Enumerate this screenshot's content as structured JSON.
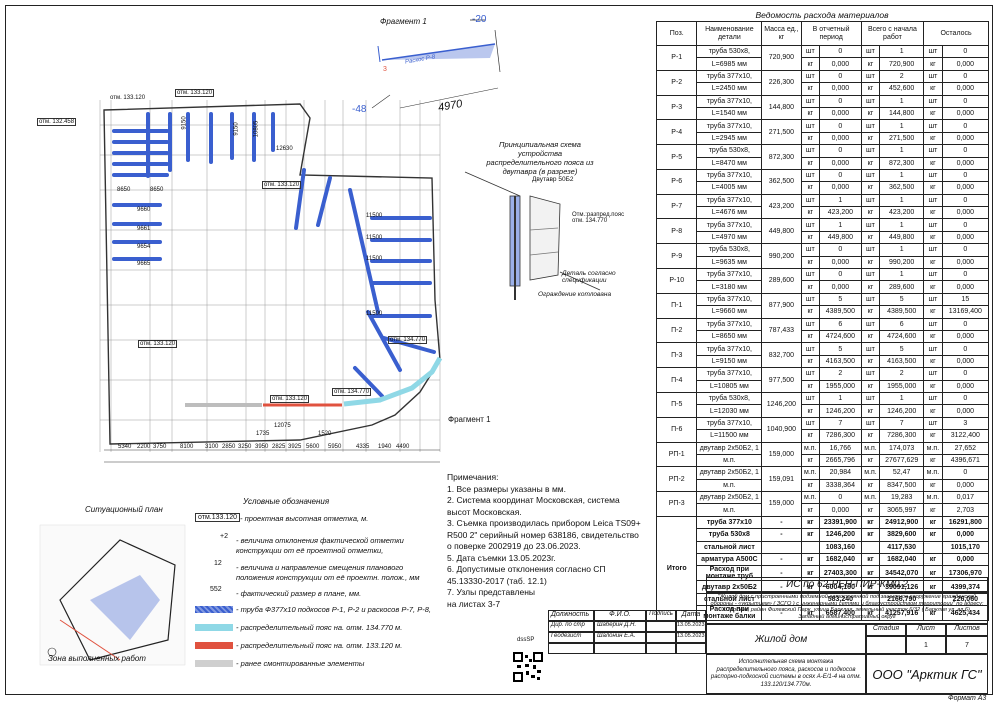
{
  "drawing": {
    "fragment1_label": "Фрагмент 1",
    "fragment1_detail_label": "Фрагмент 1",
    "frag_dim_top": "-20",
    "frag_dim_bottom": "-48",
    "frag_length": "4970",
    "frag_offset": "3",
    "frag_member": "Раскос Р-8",
    "scheme_caption": "Принципиальная схема устройства распределительного пояса из двутавра (в разрезе)",
    "dvutavr": "Двутавр 50Б2",
    "mark_134770": "Отм.:рaзпред.пояс отм. 134.770",
    "detail_note": "Деталь согласно спецификации",
    "fence_note": "Ограждение котлована",
    "elev_marks": [
      "отм. 133.120",
      "отм. 133.120",
      "отм. 132.458",
      "отм. 133.120",
      "отм. 133.120",
      "отм. 134.770",
      "отм. 134.770",
      "отм. 133.120"
    ],
    "bottom_dims": [
      "5340",
      "2200",
      "3750",
      "8100",
      "3100",
      "2850",
      "3250",
      "3950",
      "2825",
      "3925",
      "5600",
      "5950",
      "4335",
      "1940",
      "4490"
    ],
    "dims_misc": [
      "8650",
      "9150",
      "9660",
      "9661",
      "9654",
      "9665",
      "8650",
      "12630",
      "11500",
      "11500",
      "11500",
      "11500",
      "9150",
      "10805",
      "12075",
      "1735",
      "1520"
    ]
  },
  "materials": {
    "title": "Ведомость расхода материалов",
    "headers": [
      "Поз.",
      "Наименование детали",
      "Масса ед., кг",
      "В отчетный период",
      "Всего с начала работ",
      "Осталось"
    ],
    "rows": [
      {
        "pos": "Р-1",
        "name1": "труба 530х8,",
        "name2": "L=6985 мм",
        "mass": "720,900",
        "u1": "шт",
        "v1": "0",
        "u2": "шт",
        "v2": "1",
        "u3": "шт",
        "v3": "0",
        "w1": "кг",
        "k1": "0,000",
        "w2": "кг",
        "k2": "720,900",
        "w3": "кг",
        "k3": "0,000"
      },
      {
        "pos": "Р-2",
        "name1": "труба 377х10,",
        "name2": "L=2450 мм",
        "mass": "226,300",
        "u1": "шт",
        "v1": "0",
        "u2": "шт",
        "v2": "2",
        "u3": "шт",
        "v3": "0",
        "w1": "кг",
        "k1": "0,000",
        "w2": "кг",
        "k2": "452,600",
        "w3": "кг",
        "k3": "0,000"
      },
      {
        "pos": "Р-3",
        "name1": "труба 377х10,",
        "name2": "L=1540 мм",
        "mass": "144,800",
        "u1": "шт",
        "v1": "0",
        "u2": "шт",
        "v2": "1",
        "u3": "шт",
        "v3": "0",
        "w1": "кг",
        "k1": "0,000",
        "w2": "кг",
        "k2": "144,800",
        "w3": "кг",
        "k3": "0,000"
      },
      {
        "pos": "Р-4",
        "name1": "труба 377х10,",
        "name2": "L=2945 мм",
        "mass": "271,500",
        "u1": "шт",
        "v1": "0",
        "u2": "шт",
        "v2": "1",
        "u3": "шт",
        "v3": "0",
        "w1": "кг",
        "k1": "0,000",
        "w2": "кг",
        "k2": "271,500",
        "w3": "кг",
        "k3": "0,000"
      },
      {
        "pos": "Р-5",
        "name1": "труба 530х8,",
        "name2": "L=8470 мм",
        "mass": "872,300",
        "u1": "шт",
        "v1": "0",
        "u2": "шт",
        "v2": "1",
        "u3": "шт",
        "v3": "0",
        "w1": "кг",
        "k1": "0,000",
        "w2": "кг",
        "k2": "872,300",
        "w3": "кг",
        "k3": "0,000"
      },
      {
        "pos": "Р-6",
        "name1": "труба 377х10,",
        "name2": "L=4005 мм",
        "mass": "362,500",
        "u1": "шт",
        "v1": "0",
        "u2": "шт",
        "v2": "1",
        "u3": "шт",
        "v3": "0",
        "w1": "кг",
        "k1": "0,000",
        "w2": "кг",
        "k2": "362,500",
        "w3": "кг",
        "k3": "0,000"
      },
      {
        "pos": "Р-7",
        "name1": "труба 377х10,",
        "name2": "L=4676 мм",
        "mass": "423,200",
        "u1": "шт",
        "v1": "1",
        "u2": "шт",
        "v2": "1",
        "u3": "шт",
        "v3": "0",
        "w1": "кг",
        "k1": "423,200",
        "w2": "кг",
        "k2": "423,200",
        "w3": "кг",
        "k3": "0,000"
      },
      {
        "pos": "Р-8",
        "name1": "труба 377х10,",
        "name2": "L=4970 мм",
        "mass": "449,800",
        "u1": "шт",
        "v1": "1",
        "u2": "шт",
        "v2": "1",
        "u3": "шт",
        "v3": "0",
        "w1": "кг",
        "k1": "449,800",
        "w2": "кг",
        "k2": "449,800",
        "w3": "кг",
        "k3": "0,000"
      },
      {
        "pos": "Р-9",
        "name1": "труба 530х8,",
        "name2": "L=9635 мм",
        "mass": "990,200",
        "u1": "шт",
        "v1": "0",
        "u2": "шт",
        "v2": "1",
        "u3": "шт",
        "v3": "0",
        "w1": "кг",
        "k1": "0,000",
        "w2": "кг",
        "k2": "990,200",
        "w3": "кг",
        "k3": "0,000"
      },
      {
        "pos": "Р-10",
        "name1": "труба 377х10,",
        "name2": "L=3180 мм",
        "mass": "289,600",
        "u1": "шт",
        "v1": "0",
        "u2": "шт",
        "v2": "1",
        "u3": "шт",
        "v3": "0",
        "w1": "кг",
        "k1": "0,000",
        "w2": "кг",
        "k2": "289,600",
        "w3": "кг",
        "k3": "0,000"
      },
      {
        "pos": "П-1",
        "name1": "труба 377х10,",
        "name2": "L=9660 мм",
        "mass": "877,900",
        "u1": "шт",
        "v1": "5",
        "u2": "шт",
        "v2": "5",
        "u3": "шт",
        "v3": "15",
        "w1": "кг",
        "k1": "4389,500",
        "w2": "кг",
        "k2": "4389,500",
        "w3": "кг",
        "k3": "13169,400"
      },
      {
        "pos": "П-2",
        "name1": "труба 377х10,",
        "name2": "L=8650 мм",
        "mass": "787,433",
        "u1": "шт",
        "v1": "6",
        "u2": "шт",
        "v2": "6",
        "u3": "шт",
        "v3": "0",
        "w1": "кг",
        "k1": "4724,600",
        "w2": "кг",
        "k2": "4724,600",
        "w3": "кг",
        "k3": "0,000"
      },
      {
        "pos": "П-3",
        "name1": "труба 377х10,",
        "name2": "L=9150 мм",
        "mass": "832,700",
        "u1": "шт",
        "v1": "5",
        "u2": "шт",
        "v2": "5",
        "u3": "шт",
        "v3": "0",
        "w1": "кг",
        "k1": "4163,500",
        "w2": "кг",
        "k2": "4163,500",
        "w3": "кг",
        "k3": "0,000"
      },
      {
        "pos": "П-4",
        "name1": "труба 377х10,",
        "name2": "L=10805 мм",
        "mass": "977,500",
        "u1": "шт",
        "v1": "2",
        "u2": "шт",
        "v2": "2",
        "u3": "шт",
        "v3": "0",
        "w1": "кг",
        "k1": "1955,000",
        "w2": "кг",
        "k2": "1955,000",
        "w3": "кг",
        "k3": "0,000"
      },
      {
        "pos": "П-5",
        "name1": "труба 530х8,",
        "name2": "L=12030 мм",
        "mass": "1246,200",
        "u1": "шт",
        "v1": "1",
        "u2": "шт",
        "v2": "1",
        "u3": "шт",
        "v3": "0",
        "w1": "кг",
        "k1": "1246,200",
        "w2": "кг",
        "k2": "1246,200",
        "w3": "кг",
        "k3": "0,000"
      },
      {
        "pos": "П-6",
        "name1": "труба 377х10,",
        "name2": "L=11500 мм",
        "mass": "1040,900",
        "u1": "шт",
        "v1": "7",
        "u2": "шт",
        "v2": "7",
        "u3": "шт",
        "v3": "3",
        "w1": "кг",
        "k1": "7286,300",
        "w2": "кг",
        "k2": "7286,300",
        "w3": "кг",
        "k3": "3122,400"
      },
      {
        "pos": "РП-1",
        "name1": "двутавр 2х50Б2, 1",
        "name2": "м.п.",
        "mass": "159,000",
        "u1": "м.п.",
        "v1": "16,766",
        "u2": "м.п.",
        "v2": "174,073",
        "u3": "м.п.",
        "v3": "27,652",
        "w1": "кг",
        "k1": "2665,796",
        "w2": "кг",
        "k2": "27677,629",
        "w3": "кг",
        "k3": "4396,671"
      },
      {
        "pos": "РП-2",
        "name1": "двутавр 2х50Б2, 1",
        "name2": "м.п.",
        "mass": "159,091",
        "u1": "м.п.",
        "v1": "20,984",
        "u2": "м.п.",
        "v2": "52,47",
        "u3": "м.п.",
        "v3": "0",
        "w1": "кг",
        "k1": "3338,364",
        "w2": "кг",
        "k2": "8347,500",
        "w3": "кг",
        "k3": "0,000"
      },
      {
        "pos": "РП-3",
        "name1": "двутавр 2х50Б2, 1",
        "name2": "м.п.",
        "mass": "159,000",
        "u1": "м.п.",
        "v1": "0",
        "u2": "м.п.",
        "v2": "19,283",
        "u3": "м.п.",
        "v3": "0,017",
        "w1": "кг",
        "k1": "0,000",
        "w2": "кг",
        "k2": "3065,997",
        "w3": "кг",
        "k3": "2,703"
      }
    ],
    "totals_label": "Итого",
    "totals": [
      {
        "name": "труба 377х10",
        "mass": "-",
        "u": "кг",
        "a": "23391,900",
        "b": "24912,900",
        "c": "16291,800"
      },
      {
        "name": "труба 530х8",
        "mass": "-",
        "u": "кг",
        "a": "1246,200",
        "b": "3829,600",
        "c": "0,000"
      },
      {
        "name": "стальной лист",
        "mass": "",
        "u": "",
        "a": "1083,160",
        "b": "4117,530",
        "c": "1015,170"
      },
      {
        "name": "арматура А500С",
        "mass": "-",
        "u": "кг",
        "a": "1682,040",
        "b": "1682,040",
        "c": "0,000"
      },
      {
        "name": "Расход при монтаже труб",
        "mass": "-",
        "u": "кг",
        "a": "27403,300",
        "b": "34542,070",
        "c": "17306,970"
      },
      {
        "name": "двутавр 2х50Б2",
        "mass": "-",
        "u": "кг",
        "a": "6004,160",
        "b": "39091,126",
        "c": "4399,374"
      },
      {
        "name": "стальной лист",
        "mass": "",
        "u": "",
        "a": "583,240",
        "b": "2166,790",
        "c": "226,060"
      },
      {
        "name": "Расход при монтаже балки",
        "mass": "-",
        "u": "кг",
        "a": "6587,400",
        "b": "41257,916",
        "c": "4625,434"
      }
    ]
  },
  "site_plan": {
    "title": "Ситуационный план",
    "done_zone": "Зона выполненных работ"
  },
  "legend": {
    "title": "Условные обозначения",
    "items": [
      {
        "sym": "отм.133.120",
        "text": "- проектная высотная отметка, м."
      },
      {
        "sym": "+2",
        "text": "- величина отклонения фактической отметки конструкции от её проектной отметки,"
      },
      {
        "sym": "12",
        "text": "- величина и направление смещения планового положения конструкции от её проектн. полож., мм"
      },
      {
        "sym": "552",
        "text": "- фактический размер в плане, мм."
      },
      {
        "sym": "",
        "text": "- труба Ф377х10 подкосов Р-1, Р-2 и раскосов Р-7, Р-8,"
      },
      {
        "sym": "",
        "text": "- распределительный пояс на. отм. 134.770 м."
      },
      {
        "sym": "",
        "text": "- распределительный пояс на. отм. 133.120 м."
      },
      {
        "sym": "",
        "text": "- ранее смонтированные элементы"
      }
    ],
    "colors": {
      "blue": "#3a5fcf",
      "cyan": "#8fd8e6",
      "red": "#e0523f",
      "gray": "#cfcfcf"
    }
  },
  "notes": {
    "title": "Примечания:",
    "lines": [
      "1. Все размеры указаны в мм.",
      "2. Система координат Московская, система",
      "высот Московская.",
      "3. Съемка производилась прибором Leica TS09+",
      "R500 2\" серийный номер 638186, свидетельство",
      "о поверке 2002919 до 23.06.2023.",
      "5. Дата съемки 13.05.2023г.",
      "6. Допустимые отклонения согласно СП",
      "45.13330-2017 (таб. 12.1)",
      "7. Узлы представлены",
      "на листах 3-7"
    ]
  },
  "title_block": {
    "doc_code": "ИС по 62-РЕН-ПИР-КМ0.2",
    "object_desc": "\"Жилой дом с пристроенными подземной автостоянкой под зашитное сооружение гражданской обороны - «укрытием» ( ЗСГО ) с инженерными сетями и благоустройством территории\" по адресу: г. Москва, район Филевский Парк, улица Барклая, земельный участок 6/32 ( Барклая ул. вл.6), Западный административный округ",
    "role_header": "Должность",
    "fio_header": "Ф.И.О.",
    "sign_header": "Подпись",
    "date_header": "Дата",
    "person1_role": "Дир. по стр",
    "person1_name": "Шаберин Д.Н.",
    "person1_date": "13.05.2023",
    "person2_role": "Геодезист",
    "person2_name": "Шалонин Е.А.",
    "person2_date": "13.05.2023",
    "building": "Жилой дом",
    "stage_label": "Стадия",
    "sheet_label": "Лист",
    "sheets_label": "Листов",
    "sheet_no": "1",
    "sheets_count": "7",
    "drawing_desc": "Исполнительная схема монтажа распределительного пояса, раскосов и подкосов распорно-подкосной системы в осях А-Е/1-4 на отм. 133.120/134.770м.",
    "company": "ООО \"Арктик ГС\"",
    "qr_label": "dssSP",
    "format": "Формат А3"
  }
}
